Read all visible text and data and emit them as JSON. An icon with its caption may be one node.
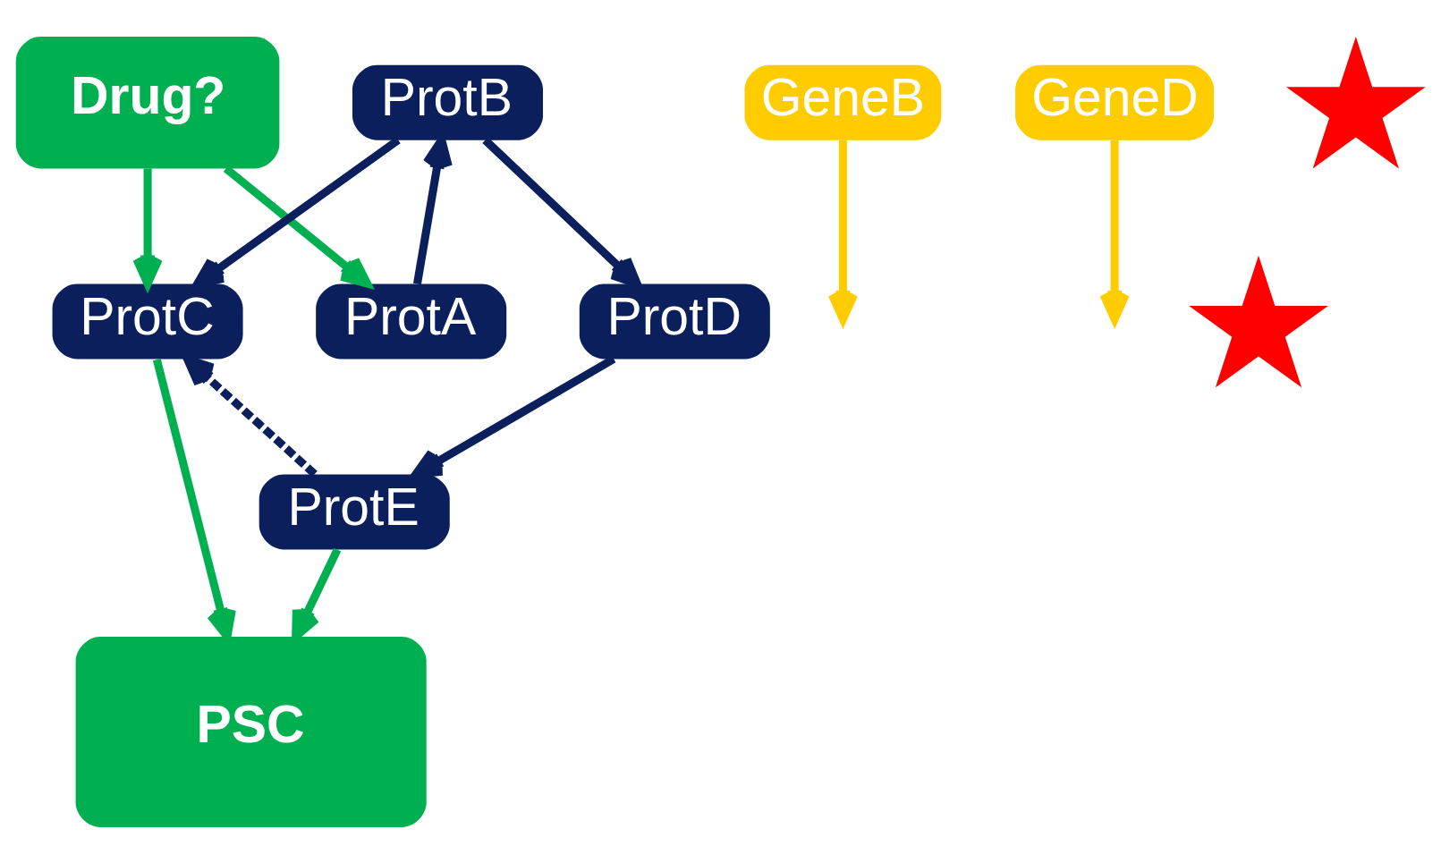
{
  "diagram": {
    "nodes": [
      {
        "text": [
          "Drug?"
        ]
      },
      {
        "text": [
          "ProtA"
        ]
      },
      {
        "text": [
          "ProtB"
        ]
      },
      {
        "text": [
          "ProtC"
        ]
      },
      {
        "text": [
          "ProtD"
        ]
      },
      {
        "text": [
          "ProtE"
        ]
      },
      {
        "text": [
          "PSC"
        ]
      },
      {
        "text": [
          "GeneB"
        ]
      },
      {
        "text": [
          "GeneD"
        ]
      },
      {
        "text": [],
        "shape": "star"
      },
      {
        "text": [],
        "shape": "star"
      }
    ],
    "edges": [
      {
        "from": 0,
        "to": 1,
        "arrow": "to",
        "color": "#00b050"
      },
      {
        "from": 0,
        "to": 3,
        "arrow": "to",
        "color": "#00b050"
      },
      {
        "from": 1,
        "to": 2,
        "arrow": "to"
      },
      {
        "from": 2,
        "to": 3,
        "arrow": "to"
      },
      {
        "from": 2,
        "to": 4,
        "arrow": "to"
      },
      {
        "from": 3,
        "to": 6,
        "arrow": "to",
        "color": "#00b050"
      },
      {
        "from": 4,
        "to": 5,
        "arrow": "to"
      },
      {
        "from": 5,
        "to": 3,
        "arrow": "to",
        "style": "dashed"
      },
      {
        "from": 5,
        "to": 6,
        "arrow": "to",
        "color": "#00b050"
      },
      {
        "from": 7,
        "to": null,
        "arrow": "to",
        "color": "#ffcc00"
      },
      {
        "from": 8,
        "to": null,
        "arrow": "to",
        "color": "#ffcc00"
      }
    ]
  }
}
